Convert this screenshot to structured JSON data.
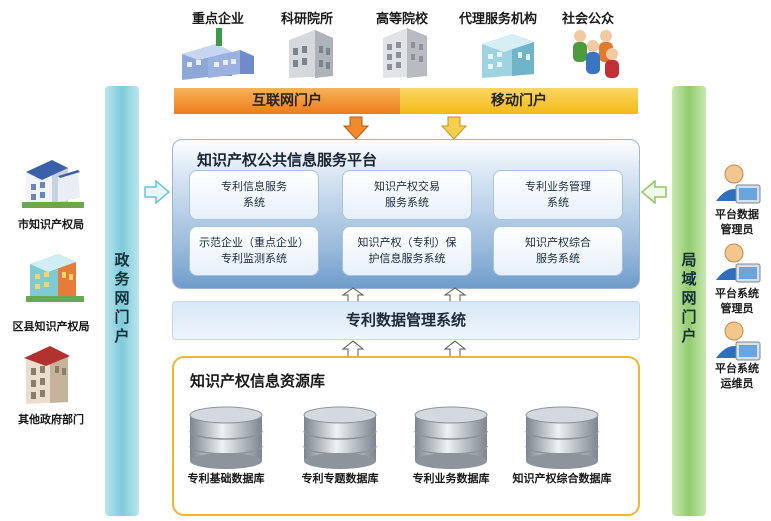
{
  "top_entities": [
    "重点企业",
    "科研院所",
    "高等院校",
    "代理服务机构",
    "社会公众"
  ],
  "portals": {
    "internet": "互联网门户",
    "mobile": "移动门户"
  },
  "left_bar": [
    "政",
    "务",
    "网",
    "门",
    "户"
  ],
  "right_bar": [
    "局",
    "域",
    "网",
    "门",
    "户"
  ],
  "left_entities": [
    "市知识产权局",
    "区县知识产权局",
    "其他政府部门"
  ],
  "right_roles": [
    [
      "平台数据",
      "管理员"
    ],
    [
      "平台系统",
      "管理员"
    ],
    [
      "平台系统",
      "运维员"
    ]
  ],
  "platform": {
    "title": "知识产权公共信息服务平台",
    "services": [
      [
        "专利信息服务",
        "系统"
      ],
      [
        "知识产权交易",
        "服务系统"
      ],
      [
        "专利业务管理",
        "系统"
      ],
      [
        "示范企业（重点企业）",
        "专利监测系统"
      ],
      [
        "知识产权（专利）保",
        "护信息服务系统"
      ],
      [
        "知识产权综合",
        "服务系统"
      ]
    ]
  },
  "data_mgmt": "专利数据管理系统",
  "resource_library": {
    "title": "知识产权信息资源库",
    "databases": [
      "专利基础数据库",
      "专利专题数据库",
      "专利业务数据库",
      "知识产权综合数据库"
    ]
  },
  "colors": {
    "internet_bar": "#f2891c",
    "mobile_bar": "#f5c21e",
    "left_bar": "#8fd3e3",
    "right_bar": "#9ed47a",
    "resource_border": "#f2b531",
    "platform_blue": "#7fa8d2"
  }
}
